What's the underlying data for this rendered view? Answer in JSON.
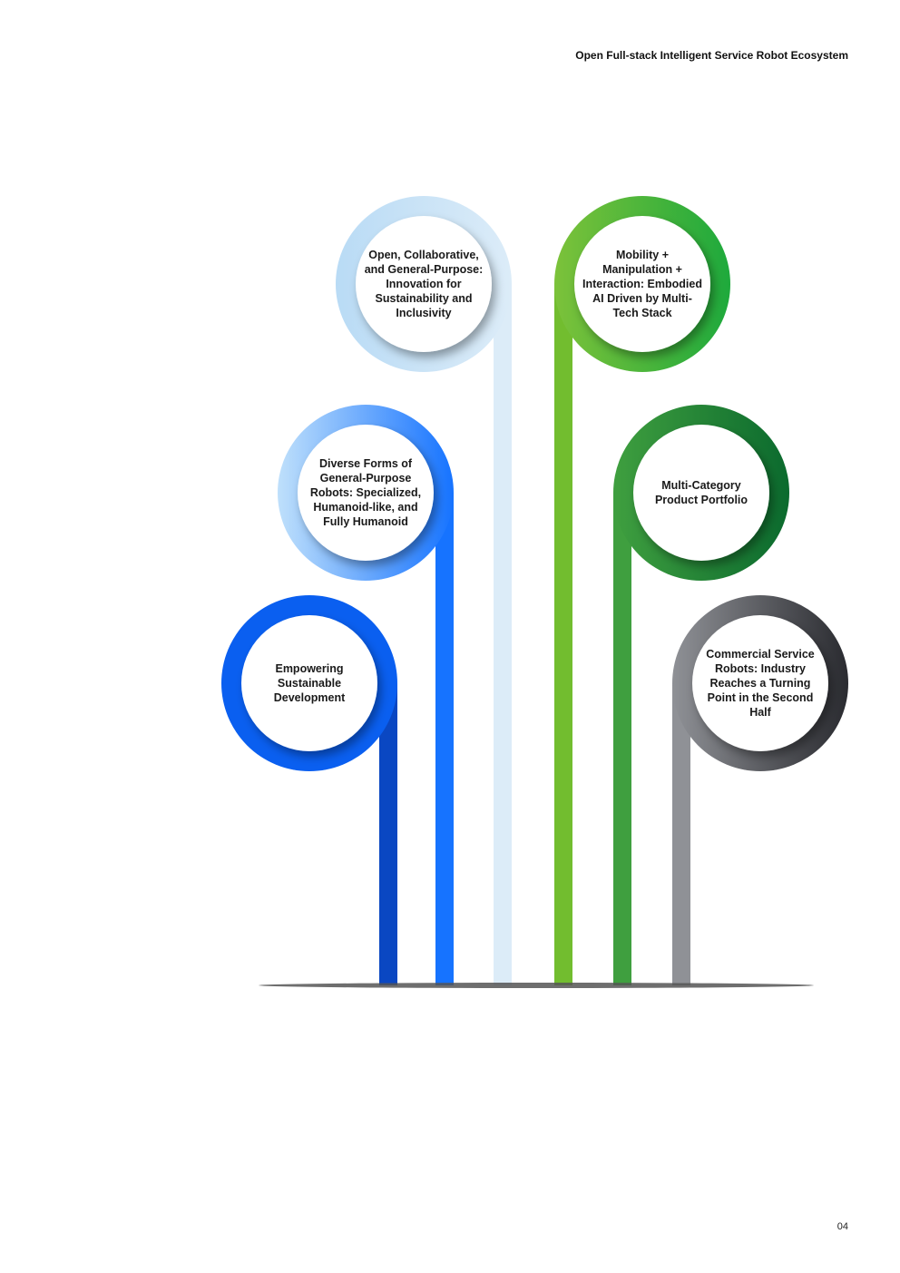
{
  "header": {
    "title": "Open Full-stack Intelligent Service Robot Ecosystem"
  },
  "footer": {
    "page_number": "04"
  },
  "branches": [
    {
      "id": "empowering",
      "label": "Empowering Sustainable Development",
      "ring_color_start": "#0a5ff0",
      "ring_color_end": "#0a5ff0",
      "stem_color": "#0a47c2"
    },
    {
      "id": "diverse-forms",
      "label": "Diverse Forms of General-Purpose Robots: Specialized, Humanoid-like, and Fully Humanoid",
      "ring_color_start": "#bfe0fb",
      "ring_color_end": "#1673ff",
      "stem_color": "#1673ff"
    },
    {
      "id": "open-collaborative",
      "label": "Open, Collaborative, and General-Purpose: Innovation for Sustainability and Inclusivity",
      "ring_color_start": "#b9dbf5",
      "ring_color_end": "#dcecf8",
      "stem_color": "#dcecf8"
    },
    {
      "id": "mobility",
      "label": "Mobility + Manipulation + Interaction: Embodied AI Driven by Multi-Tech Stack",
      "ring_color_start": "#7cc23a",
      "ring_color_end": "#1ea93c",
      "stem_color": "#72bd2f"
    },
    {
      "id": "multi-category",
      "label": "Multi-Category Product Portfolio",
      "ring_color_start": "#3f9f3f",
      "ring_color_end": "#0b6a2e",
      "stem_color": "#3f9f3f"
    },
    {
      "id": "commercial",
      "label": "Commercial Service Robots: Industry Reaches a Turning Point in the Second Half",
      "ring_color_start": "#8f9196",
      "ring_color_end": "#2a2b30",
      "stem_color": "#8f9196"
    }
  ],
  "ground_color": "#555555"
}
